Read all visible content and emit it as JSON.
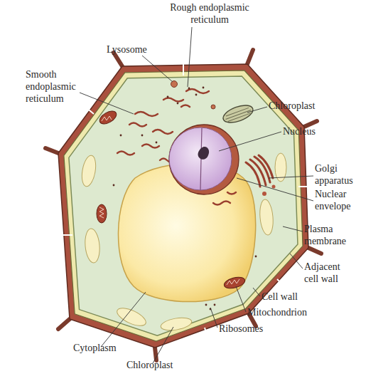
{
  "diagram": {
    "labels": [
      "Rough endoplasmic reticulum",
      "Lysosome",
      "Smooth endoplasmic reticulum",
      "Chloroplast",
      "Nucleus",
      "Golgi apparatus",
      "Nuclear envelope",
      "Plasma membrane",
      "Adjacent cell wall",
      "Cell wall",
      "Mitochondrion",
      "Ribosomes",
      "Cytoplasm",
      "Chloroplast"
    ]
  }
}
